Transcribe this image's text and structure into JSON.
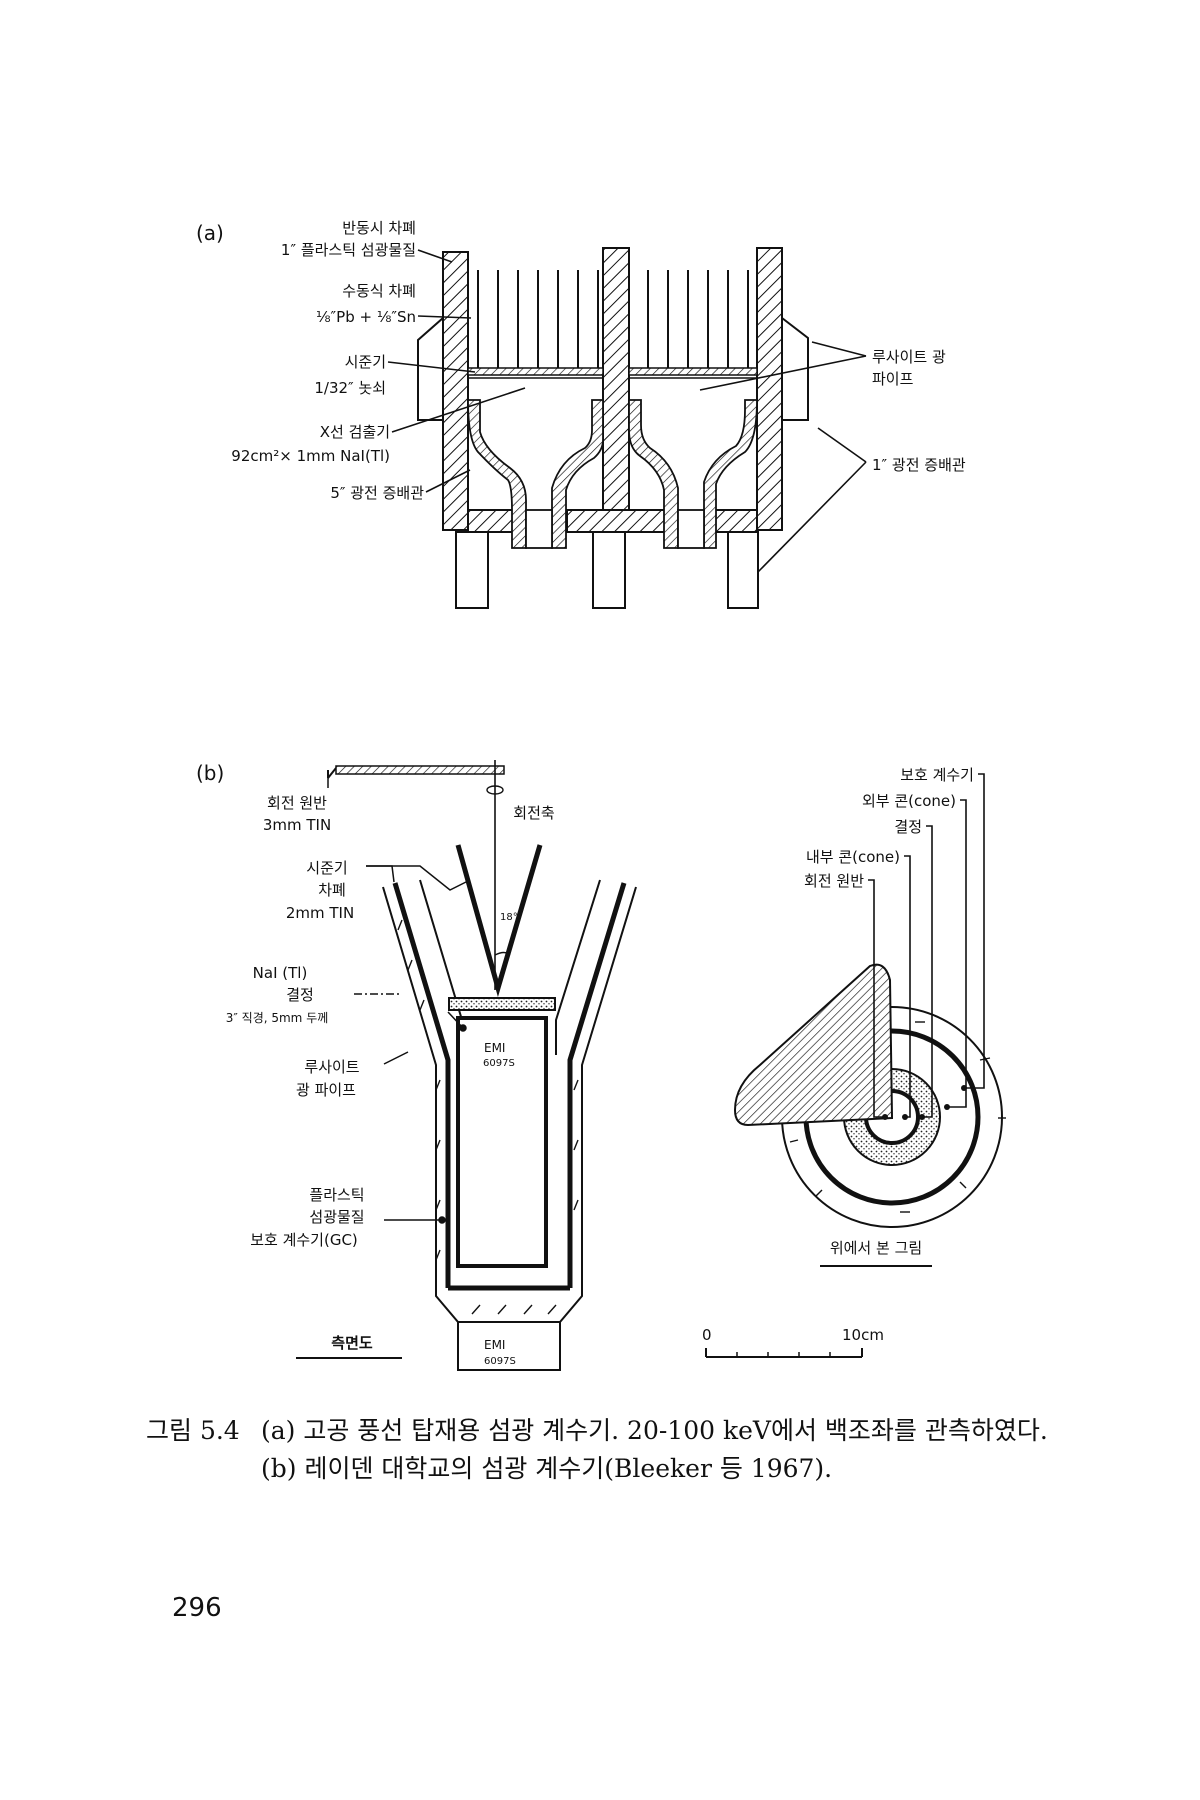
{
  "panel_a": {
    "tag": "(a)",
    "labels": {
      "active_shield": "반동시 차폐",
      "active_shield_material": "1″ 플라스틱 섬광물질",
      "passive_shield": "수동식 차폐",
      "passive_shield_material": "⅛″Pb + ⅛″Sn",
      "collimator": "시준기",
      "collimator_material": "1/32″ 놋쇠",
      "xray_detector": "X선 검출기",
      "xray_detector_spec": "92cm²× 1mm NaI(Tl)",
      "pmt_5in": "5″ 광전 증배관",
      "lucite_pipe_1": "루사이트 광",
      "lucite_pipe_2": "파이프",
      "pmt_1in": "1″ 광전 증배관"
    }
  },
  "panel_b": {
    "tag": "(b)",
    "side": {
      "rotating_disk": "회전 원반",
      "rotating_disk_material": "3mm TIN",
      "rotation_axis": "회전축",
      "collimator": "시준기",
      "shield": "차폐",
      "shield_material": "2mm TIN",
      "angle": "18°",
      "crystal": "NaI (Tl)",
      "crystal_2": "결정",
      "crystal_size": "3″ 직경, 5mm 두께",
      "pmt_brand": "EMI",
      "pmt_model": "6097S",
      "lucite_1": "루사이트",
      "lucite_2": "광 파이프",
      "plastic_1": "플라스틱",
      "plastic_2": "섬광물질",
      "guard_counter": "보호 계수기(GC)",
      "view_title": "측면도",
      "pmt_brand_bottom": "EMI",
      "pmt_model_bottom": "6097S"
    },
    "top": {
      "guard_counter": "보호 계수기",
      "outer_cone": "외부 콘(cone)",
      "crystal": "결정",
      "inner_cone": "내부 콘(cone)",
      "rotating_disk": "회전 원반",
      "view_title": "위에서 본 그림",
      "scale_zero": "0",
      "scale_end": "10cm"
    }
  },
  "caption": {
    "number": "그림 5.4",
    "line1": "(a) 고공 풍선 탑재용 섬광 계수기. 20-100 keV에서 백조좌를 관측하였다.",
    "line2": "(b) 레이덴 대학교의 섬광 계수기(Bleeker 등 1967)."
  },
  "page_number": "296"
}
